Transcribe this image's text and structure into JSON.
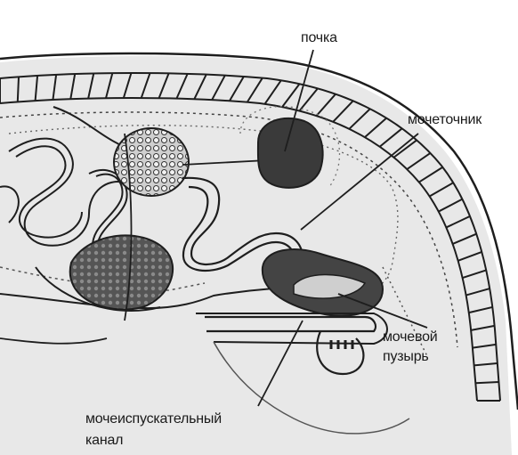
{
  "labels": {
    "kidney": "почка",
    "ureter": "мочеточник",
    "bladder_line1": "мочевой",
    "bladder_line2": "пузырь",
    "urethra_line1": "мочеиспускательный",
    "urethra_line2": "канал"
  },
  "colors": {
    "background": "#ffffff",
    "body_fill": "#e6e6e6",
    "line": "#1e1e1e",
    "organ_dark": "#3a3a3a",
    "organ_light": "#d8d8d8"
  }
}
